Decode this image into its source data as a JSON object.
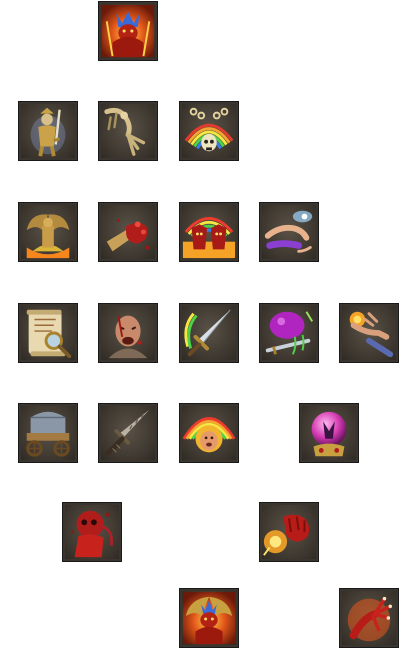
{
  "skill_tree": {
    "tiers": [
      {
        "tier": 1,
        "skills": [
          {
            "icon": "flame-demon-lord-icon",
            "slot": 2
          }
        ]
      },
      {
        "tier": 2,
        "skills": [
          {
            "icon": "armored-warrior-icon",
            "slot": 0
          },
          {
            "icon": "skeletal-claw-icon",
            "slot": 1
          },
          {
            "icon": "skull-chain-rainbow-icon",
            "slot": 2
          }
        ]
      },
      {
        "tier": 3,
        "skills": [
          {
            "icon": "winged-gargoyle-fire-icon",
            "slot": 0
          },
          {
            "icon": "bloody-gauntlet-icon",
            "slot": 1
          },
          {
            "icon": "twin-demons-rainbow-icon",
            "slot": 2
          },
          {
            "icon": "magic-hand-spark-icon",
            "slot": 3
          }
        ]
      },
      {
        "tier": 4,
        "skills": [
          {
            "icon": "scroll-magnifier-icon",
            "slot": 0
          },
          {
            "icon": "scarred-brute-icon",
            "slot": 1
          },
          {
            "icon": "rainbow-broadsword-icon",
            "slot": 2
          },
          {
            "icon": "poison-fist-dagger-icon",
            "slot": 3
          },
          {
            "icon": "burning-hand-icon",
            "slot": 4
          }
        ]
      },
      {
        "tier": 5,
        "skills": [
          {
            "icon": "covered-wagon-icon",
            "slot": 0
          },
          {
            "icon": "serrated-dagger-icon",
            "slot": 1
          },
          {
            "icon": "rainbow-face-icon",
            "slot": 2
          },
          {
            "icon": "crystal-orb-icon",
            "slot": 3.5
          }
        ]
      },
      {
        "tier": 6,
        "skills": [
          {
            "icon": "blood-skull-icon",
            "slot": 1
          },
          {
            "icon": "fiery-fist-icon",
            "slot": 3
          }
        ]
      },
      {
        "tier": 7,
        "skills": [
          {
            "icon": "demon-lord-fire-icon",
            "slot": 2
          },
          {
            "icon": "blood-claw-icon",
            "slot": 4
          }
        ]
      }
    ]
  }
}
